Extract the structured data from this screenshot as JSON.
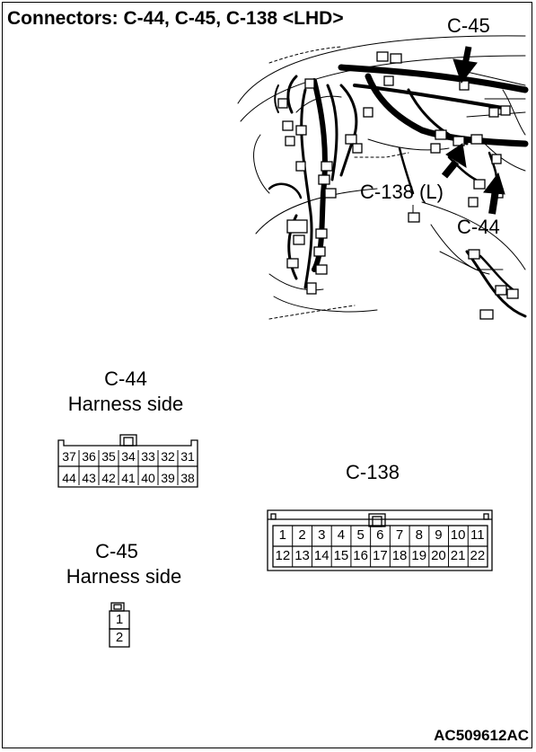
{
  "title": "Connectors: C-44, C-45, C-138 <LHD>",
  "callouts": {
    "c45": "C-45",
    "c138": "C-138 (L)",
    "c44": "C-44"
  },
  "c44": {
    "name": "C-44",
    "side": "Harness side",
    "top_row": [
      "37",
      "36",
      "35",
      "34",
      "33",
      "32",
      "31"
    ],
    "bottom_row": [
      "44",
      "43",
      "42",
      "41",
      "40",
      "39",
      "38"
    ]
  },
  "c45": {
    "name": "C-45",
    "side": "Harness side",
    "pins": [
      "1",
      "2"
    ]
  },
  "c138": {
    "name": "C-138",
    "top_row": [
      "1",
      "2",
      "3",
      "4",
      "5",
      "6",
      "7",
      "8",
      "9",
      "10",
      "11"
    ],
    "bottom_row": [
      "12",
      "13",
      "14",
      "15",
      "16",
      "17",
      "18",
      "19",
      "20",
      "21",
      "22"
    ]
  },
  "figure_code": "AC509612AC"
}
